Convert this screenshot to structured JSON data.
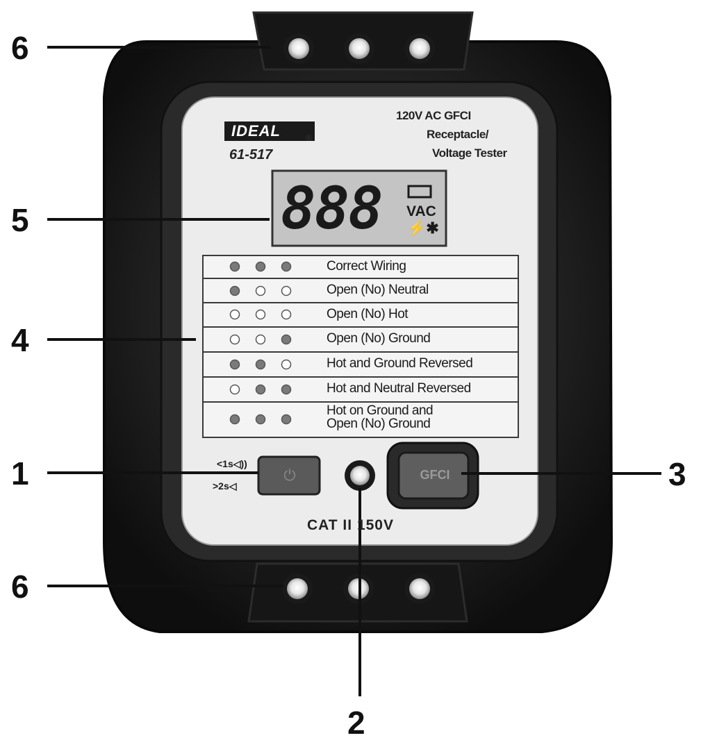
{
  "device": {
    "brand": "IDEAL",
    "brand_mark": "®",
    "model": "61-517",
    "title_lines": [
      "120V AC GFCI",
      "Receptacle/",
      "Voltage Tester"
    ],
    "display": {
      "digits": "888",
      "unit": "VAC",
      "symbols": "⚡✱",
      "icon": "battery-icon"
    },
    "wiring_table": [
      {
        "lamps": [
          "on",
          "on",
          "on"
        ],
        "label": "Correct  Wiring"
      },
      {
        "lamps": [
          "on",
          "off",
          "off"
        ],
        "label": "Open  (No)  Neutral"
      },
      {
        "lamps": [
          "off",
          "off",
          "off"
        ],
        "label": "Open  (No)  Hot"
      },
      {
        "lamps": [
          "off",
          "off",
          "on"
        ],
        "label": "Open  (No)  Ground"
      },
      {
        "lamps": [
          "on",
          "on",
          "off"
        ],
        "label": "Hot  and  Ground  Reversed"
      },
      {
        "lamps": [
          "off",
          "on",
          "on"
        ],
        "label": "Hot  and  Neutral  Reversed"
      },
      {
        "lamps": [
          "on",
          "on",
          "on"
        ],
        "label_lines": [
          "Hot  on  Ground  and",
          "Open  (No)  Ground"
        ]
      }
    ],
    "power_button": {
      "icon": "power-icon",
      "label_top": "<1s◁))",
      "label_bottom": ">2s◁"
    },
    "gfci_button": {
      "label": "GFCI"
    },
    "rating": "CAT II 150V"
  },
  "callouts": [
    {
      "id": "6-top",
      "text": "6"
    },
    {
      "id": "5",
      "text": "5"
    },
    {
      "id": "4",
      "text": "4"
    },
    {
      "id": "1",
      "text": "1"
    },
    {
      "id": "3",
      "text": "3"
    },
    {
      "id": "6-bottom",
      "text": "6"
    },
    {
      "id": "2",
      "text": "2"
    }
  ],
  "colors": {
    "body": "#1e1e1e",
    "face": "#ececec",
    "lcd": "#c4c4c4",
    "lamp_on": "#7a7a7a"
  }
}
